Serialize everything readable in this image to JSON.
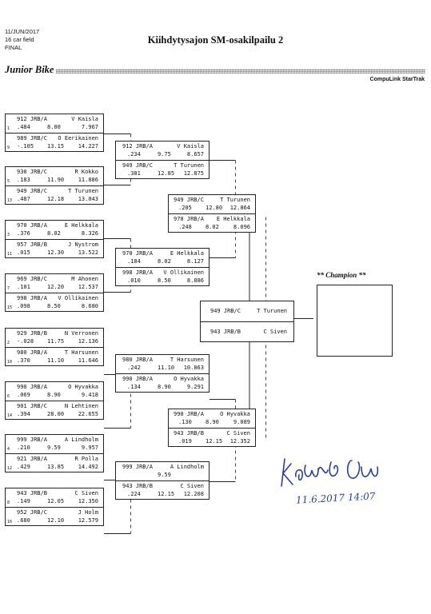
{
  "header": {
    "date": "11/JUN/2017",
    "field": "16 car field",
    "round": "FINAL",
    "title": "Kiihdytysajon SM-osakilpailu 2",
    "class": "Junior Bike",
    "software": "CompuLink StarTrak"
  },
  "bracket": {
    "round1": [
      {
        "bib": "912 JRB/A",
        "driver": "V Kaisla",
        "seed": "1",
        "rt": ".484",
        "et": "8.00",
        "mph": "7.967"
      },
      {
        "bib": "989 JRB/C",
        "driver": "O Eerikainen",
        "seed": "9",
        "rt": "-.105",
        "et": "13.15",
        "mph": "14.227"
      },
      {
        "bib": "930 JRB/C",
        "driver": "R Kokko",
        "seed": "5",
        "rt": ".183",
        "et": "11.90",
        "mph": "11.886"
      },
      {
        "bib": "949 JRB/C",
        "driver": "T Turunen",
        "seed": "13",
        "rt": ".487",
        "et": "12.18",
        "mph": "13.043"
      },
      {
        "bib": "970 JRB/A",
        "driver": "E Helkkala",
        "seed": "3",
        "rt": ".376",
        "et": "8.02",
        "mph": "8.326"
      },
      {
        "bib": "957 JRB/B",
        "driver": "J Nystrom",
        "seed": "11",
        "rt": ".015",
        "et": "12.30",
        "mph": "13.522"
      },
      {
        "bib": "969 JRB/C",
        "driver": "M Ahonen",
        "seed": "7",
        "rt": ".101",
        "et": "12.20",
        "mph": "12.537"
      },
      {
        "bib": "998 JRB/A",
        "driver": "V Ollikainen",
        "seed": "15",
        "rt": ".098",
        "et": "8.50",
        "mph": "8.680"
      },
      {
        "bib": "929 JRB/B",
        "driver": "N Verronen",
        "seed": "2",
        "rt": "-.028",
        "et": "11.75",
        "mph": "12.136"
      },
      {
        "bib": "980 JRB/A",
        "driver": "T Harsunen",
        "seed": "10",
        "rt": ".370",
        "et": "11.10",
        "mph": "11.646"
      },
      {
        "bib": "990 JRB/A",
        "driver": "O Hyvakka",
        "seed": "6",
        "rt": ".069",
        "et": "8.90",
        "mph": "9.418"
      },
      {
        "bib": "901 JRB/C",
        "driver": "N Lehtinen",
        "seed": "14",
        "rt": ".394",
        "et": "28.00",
        "mph": "22.655"
      },
      {
        "bib": "999 JRB/A",
        "driver": "A Lindholm",
        "seed": "4",
        "rt": ".210",
        "et": "9.59",
        "mph": "9.957"
      },
      {
        "bib": "921 JRB/A",
        "driver": "R Polla",
        "seed": "12",
        "rt": ".429",
        "et": "13.85",
        "mph": "14.492"
      },
      {
        "bib": "943 JRB/B",
        "driver": "C Siven",
        "seed": "8",
        "rt": ".149",
        "et": "12.05",
        "mph": "12.350"
      },
      {
        "bib": "952 JRB/C",
        "driver": "J Holm",
        "seed": "16",
        "rt": ".680",
        "et": "12.10",
        "mph": "12.579"
      }
    ],
    "round2": [
      {
        "bib": "912 JRB/A",
        "driver": "V Kaisla",
        "rt": ".234",
        "et": "9.75",
        "mph": "8.657"
      },
      {
        "bib": "949 JRB/C",
        "driver": "T Turunen",
        "rt": ".381",
        "et": "12.85",
        "mph": "12.875"
      },
      {
        "bib": "970 JRB/A",
        "driver": "E Helkkala",
        "rt": ".184",
        "et": "8.02",
        "mph": "8.127"
      },
      {
        "bib": "998 JRB/A",
        "driver": "V Ollikainen",
        "rt": ".010",
        "et": "8.50",
        "mph": "8.886"
      },
      {
        "bib": "980 JRB/A",
        "driver": "T Harsunen",
        "rt": ".242",
        "et": "11.10",
        "mph": "10.863"
      },
      {
        "bib": "990 JRB/A",
        "driver": "O Hyvakka",
        "rt": ".134",
        "et": "8.90",
        "mph": "9.291"
      },
      {
        "bib": "999 JRB/A",
        "driver": "A Lindholm",
        "rt": "",
        "et": "9.59",
        "mph": ""
      },
      {
        "bib": "943 JRB/B",
        "driver": "C Siven",
        "rt": ".224",
        "et": "12.15",
        "mph": "12.208"
      }
    ],
    "round3": [
      {
        "bib": "949 JRB/C",
        "driver": "T Turunen",
        "rt": ".205",
        "et": "12.80",
        "mph": "12.864"
      },
      {
        "bib": "970 JRB/A",
        "driver": "E Helkkala",
        "rt": ".248",
        "et": "8.02",
        "mph": "8.096"
      },
      {
        "bib": "990 JRB/A",
        "driver": "O Hyvakka",
        "rt": ".130",
        "et": "8.90",
        "mph": "9.089"
      },
      {
        "bib": "943 JRB/B",
        "driver": "C Siven",
        "rt": ".019",
        "et": "12.15",
        "mph": "12.352"
      }
    ],
    "final": [
      {
        "bib": "949 JRB/C",
        "driver": "T Turunen"
      },
      {
        "bib": "943 JRB/B",
        "driver": "C Siven"
      }
    ]
  },
  "champion": {
    "label": "** Champion **"
  },
  "signature": {
    "date": "11.6.2017  14:07"
  }
}
